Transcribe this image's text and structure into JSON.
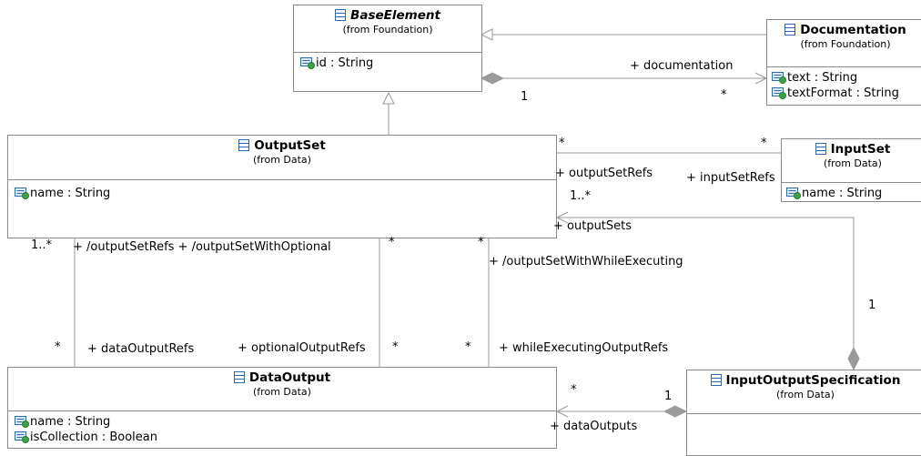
{
  "diagram": {
    "classes": [
      {
        "key": "base_element",
        "name": "BaseElement",
        "from": "(from Foundation)",
        "attrs": [
          "id : String"
        ]
      },
      {
        "key": "documentation",
        "name": "Documentation",
        "from": "(from Foundation)",
        "attrs": [
          "text : String",
          "textFormat : String"
        ]
      },
      {
        "key": "output_set",
        "name": "OutputSet",
        "from": "(from Data)",
        "attrs": [
          "name : String"
        ]
      },
      {
        "key": "input_set",
        "name": "InputSet",
        "from": "(from Data)",
        "attrs": [
          "name : String"
        ]
      },
      {
        "key": "data_output",
        "name": "DataOutput",
        "from": "(from Data)",
        "attrs": [
          "name : String",
          "isCollection : Boolean"
        ]
      },
      {
        "key": "io_spec",
        "name": "InputOutputSpecification",
        "from": "(from Data)",
        "attrs": []
      }
    ],
    "labels": {
      "documentation_role": "+ documentation",
      "documentation_mult_one": "1",
      "documentation_mult_many": "*",
      "outputset_mult_right_top": "*",
      "inputset_mult_left_top": "*",
      "output_set_refs": "+ outputSetRefs",
      "input_set_refs": "+ inputSetRefs",
      "outputsets_mult": "1..*",
      "output_sets": "+ outputSets",
      "iospec_mult_one_right": "1",
      "outputset_bottom_mult_left": "1..*",
      "derived_refs": "+ /outputSetRefs + /outputSetWithOptional",
      "outputset_bottom_mult_mid": "*",
      "outputset_bottom_mult_mid2": "*",
      "while_executing": "+ /outputSetWithWhileExecuting",
      "dataoutput_mult_left": "*",
      "data_output_refs": "+ dataOutputRefs",
      "optional_output_refs": "+ optionalOutputRefs",
      "dataoutput_mult_mid": "*",
      "dataoutput_mult_mid2": "*",
      "while_executing_output_refs": "+ whileExecutingOutputRefs",
      "dataoutput_mult_right": "*",
      "iospec_mult_one": "1",
      "data_outputs": "+ dataOutputs"
    }
  }
}
